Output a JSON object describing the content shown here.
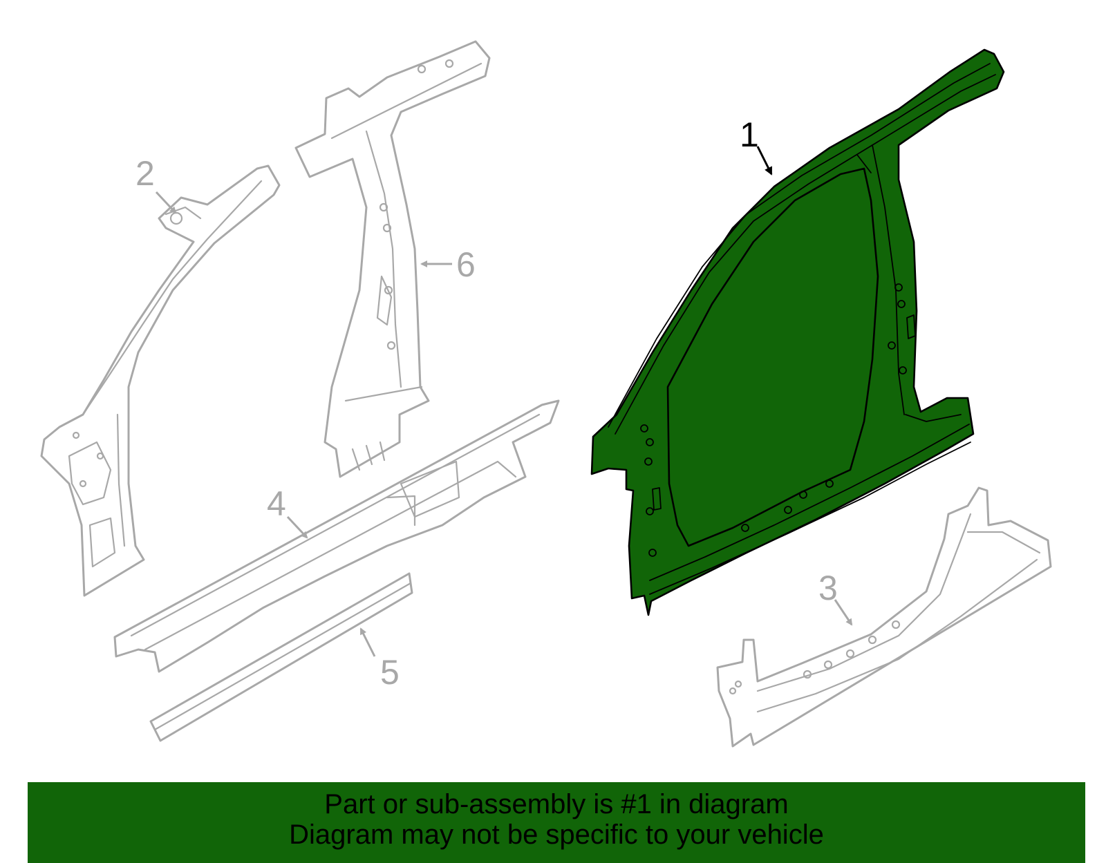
{
  "diagram": {
    "callouts": [
      {
        "number": "1",
        "highlighted": true
      },
      {
        "number": "2",
        "highlighted": false
      },
      {
        "number": "3",
        "highlighted": false
      },
      {
        "number": "4",
        "highlighted": false
      },
      {
        "number": "5",
        "highlighted": false
      },
      {
        "number": "6",
        "highlighted": false
      }
    ],
    "colors": {
      "highlight": "#116508",
      "ghost_outline": "#a8a8a8",
      "outline": "#000000"
    }
  },
  "banner": {
    "line1": "Part or sub-assembly is #1 in diagram",
    "line2": "Diagram may not be specific to your vehicle"
  }
}
